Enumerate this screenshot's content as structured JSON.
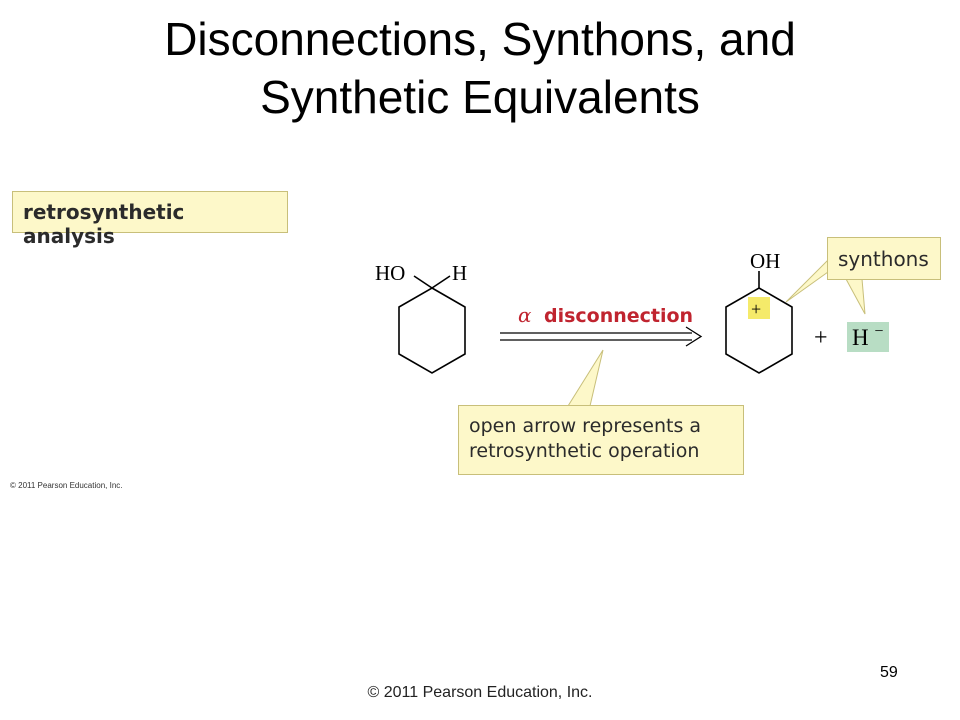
{
  "slide": {
    "title_line1": "Disconnections, Synthons, and",
    "title_line2": "Synthetic Equivalents",
    "page_number": "59",
    "footer_credit": "© 2011 Pearson Education, Inc."
  },
  "figure": {
    "label": "retrosynthetic analysis",
    "credit": "© 2011 Pearson Education, Inc.",
    "reactant": {
      "left_group": "HO",
      "right_group": "H"
    },
    "arrow": {
      "greek": "α",
      "label": "disconnection"
    },
    "product": {
      "group": "OH",
      "charge": "+",
      "plus_sign": "+",
      "hydride": "H",
      "hydride_charge": "−"
    },
    "callout_synthons": "synthons",
    "callout_open_line1": "open arrow represents a",
    "callout_open_line2": "retrosynthetic operation"
  },
  "colors": {
    "callout_fill": "#fdf8c9",
    "plus_highlight": "#f5ea6a",
    "hydride_highlight": "#b8ddc4",
    "arrow_label": "#c0242f"
  }
}
